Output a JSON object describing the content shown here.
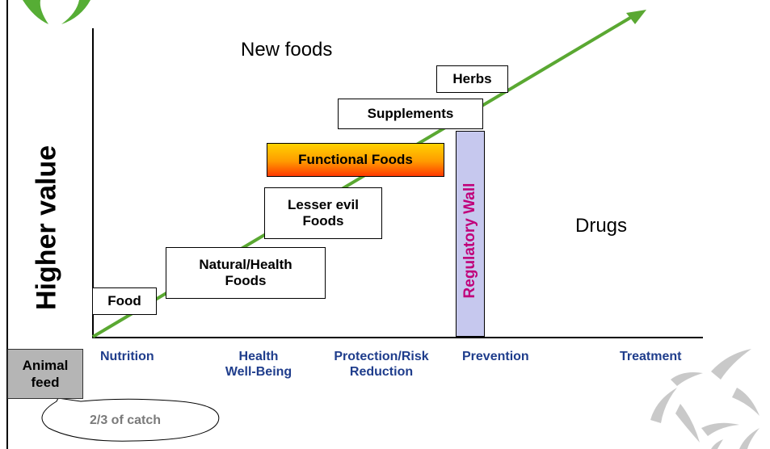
{
  "y_axis_label": "Higher value",
  "regions": {
    "new_foods": "New foods",
    "drugs": "Drugs"
  },
  "boxes": {
    "food": "Food",
    "natural_health_line1": "Natural/Health",
    "natural_health_line2": "Foods",
    "lesser_evil_line1": "Lesser evil",
    "lesser_evil_line2": "Foods",
    "functional_foods": "Functional Foods",
    "supplements": "Supplements",
    "herbs": "Herbs"
  },
  "regulatory_wall": "Regulatory Wall",
  "x_axis_categories": {
    "nutrition": "Nutrition",
    "health_line1": "Health",
    "health_line2": "Well-Being",
    "protection_line1": "Protection/Risk",
    "protection_line2": "Reduction",
    "prevention": "Prevention",
    "treatment": "Treatment"
  },
  "animal_feed_line1": "Animal",
  "animal_feed_line2": "feed",
  "catch_callout": "2/3 of catch",
  "colors": {
    "arrow": "#5aa832",
    "axis_label": "#1f3d8c",
    "wall_fill": "#c6c8ee",
    "wall_text": "#c0007a",
    "animal_feed_fill": "#b5b5b5",
    "decor_green": "#56ad35"
  }
}
